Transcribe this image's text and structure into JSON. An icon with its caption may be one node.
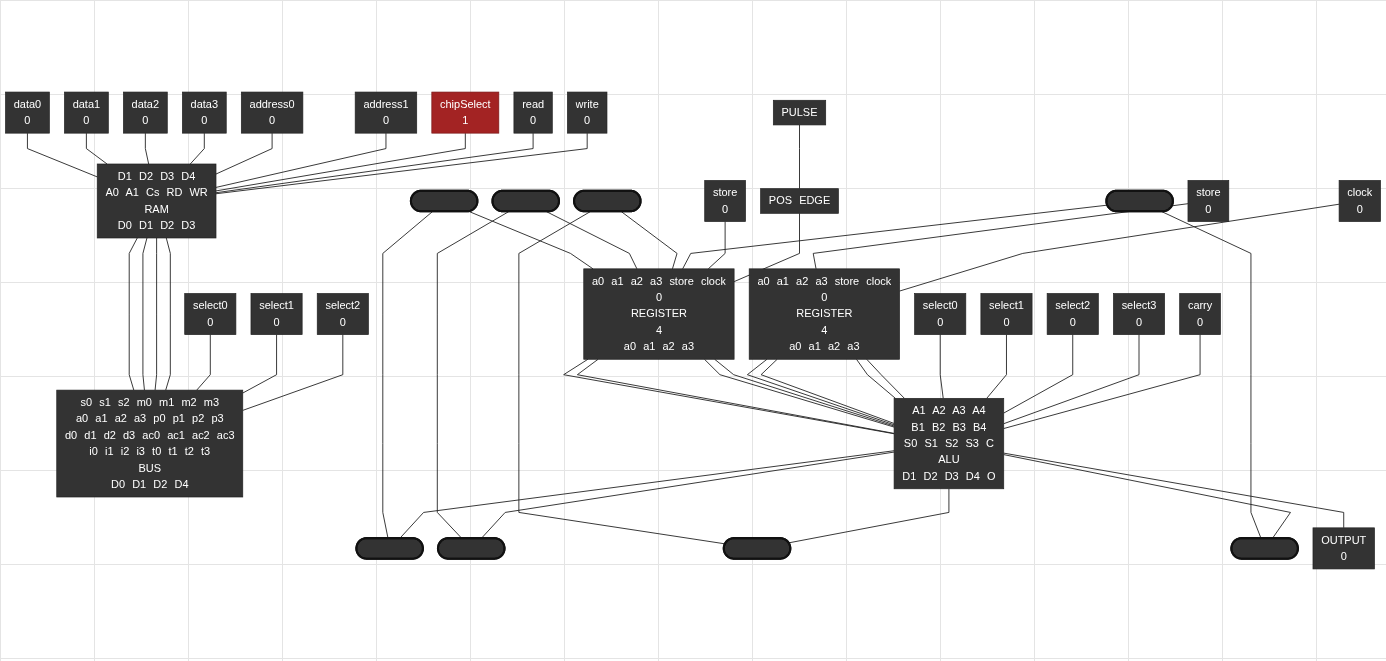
{
  "diagram": {
    "nodes": [
      {
        "text": [
          "data0",
          "0"
        ]
      },
      {
        "text": [
          "data1",
          "0"
        ]
      },
      {
        "text": [
          "data2",
          "0"
        ]
      },
      {
        "text": [
          "data3",
          "0"
        ]
      },
      {
        "text": [
          "address0",
          "0"
        ]
      },
      {
        "text": [
          "address1",
          "0"
        ]
      },
      {
        "text": [
          "chipSelect",
          "1"
        ]
      },
      {
        "text": [
          "read",
          "0"
        ]
      },
      {
        "text": [
          "write",
          "0"
        ]
      },
      {
        "text": [
          "D1",
          "D2",
          "D3",
          "D4",
          "A0",
          "A1",
          "Cs",
          "RD",
          "WR",
          "RAM",
          "D0",
          "D1",
          "D2",
          "D3"
        ]
      },
      {
        "text": [
          "select2",
          "0"
        ]
      },
      {
        "text": [
          "select1",
          "0"
        ]
      },
      {
        "text": [
          "select0",
          "0"
        ]
      },
      {
        "text": [
          "s0",
          "s1",
          "s2",
          "m0",
          "m1",
          "m2",
          "m3",
          "a0",
          "a1",
          "a2",
          "a3",
          "p0",
          "p1",
          "p2",
          "p3",
          "d0",
          "d1",
          "d2",
          "d3",
          "ac0",
          "ac1",
          "ac2",
          "ac3",
          "i0",
          "i1",
          "i2",
          "i3",
          "t0",
          "t1",
          "t2",
          "t3",
          "BUS",
          "D0",
          "D1",
          "D2",
          "D4"
        ]
      },
      {
        "text": [],
        "shape": "bar"
      },
      {
        "text": [],
        "shape": "bar"
      },
      {
        "text": [],
        "shape": "bar"
      },
      {
        "text": [],
        "shape": "bar"
      },
      {
        "text": [],
        "shape": "bar"
      },
      {
        "text": [],
        "shape": "bar"
      },
      {
        "text": [],
        "shape": "bar"
      },
      {
        "text": [],
        "shape": "bar"
      },
      {
        "text": [
          "store",
          "0"
        ]
      },
      {
        "text": [
          "PULSE"
        ]
      },
      {
        "text": [
          "POS EDGE"
        ]
      },
      {
        "text": [
          "a0",
          "a1",
          "a2",
          "a3",
          "store",
          "clock",
          "0",
          "REGISTER",
          "4",
          "a0",
          "a1",
          "a2",
          "a3"
        ]
      },
      {
        "text": [
          "A1",
          "A2",
          "A3",
          "A4",
          "B1",
          "B2",
          "B3",
          "B4",
          "S0",
          "S1",
          "S2",
          "S3",
          "C",
          "ALU",
          "D1",
          "D2",
          "D3",
          "D4",
          "O"
        ]
      },
      {
        "text": [
          "a0",
          "a1",
          "a2",
          "a3",
          "store",
          "clock",
          "0",
          "REGISTER",
          "4",
          "a0",
          "a1",
          "a2",
          "a3"
        ]
      },
      {
        "text": [
          "OUTPUT",
          "0"
        ]
      },
      {
        "text": [
          "store",
          "0"
        ]
      },
      {
        "text": [
          "select0",
          "0"
        ]
      },
      {
        "text": [
          "clock",
          "0"
        ]
      },
      {
        "text": [
          "select1",
          "0"
        ]
      },
      {
        "text": [
          "select2",
          "0"
        ]
      },
      {
        "text": [
          "select3",
          "0"
        ]
      },
      {
        "text": [
          "carry",
          "0"
        ]
      }
    ],
    "edges": [
      {
        "from": 0,
        "to": 9,
        "arrow": "none"
      },
      {
        "from": 1,
        "to": 9,
        "arrow": "none"
      },
      {
        "from": 2,
        "to": 9,
        "arrow": "none"
      },
      {
        "from": 3,
        "to": 9,
        "arrow": "none"
      },
      {
        "from": 4,
        "to": 9,
        "arrow": "none"
      },
      {
        "from": 5,
        "to": 9,
        "arrow": "none"
      },
      {
        "from": 6,
        "to": 9,
        "arrow": "none"
      },
      {
        "from": 7,
        "to": 9,
        "arrow": "none"
      },
      {
        "from": 8,
        "to": 9,
        "arrow": "none"
      },
      {
        "from": 9,
        "to": 13,
        "arrow": "none"
      },
      {
        "from": 9,
        "to": 13,
        "arrow": "none"
      },
      {
        "from": 9,
        "to": 13,
        "arrow": "none"
      },
      {
        "from": 9,
        "to": 13,
        "arrow": "none"
      },
      {
        "from": 12,
        "to": 13,
        "arrow": "none"
      },
      {
        "from": 11,
        "to": 13,
        "arrow": "none"
      },
      {
        "from": 10,
        "to": 13,
        "arrow": "none"
      },
      {
        "from": 14,
        "to": 25,
        "arrow": "none"
      },
      {
        "from": 15,
        "to": 25,
        "arrow": "none"
      },
      {
        "from": 16,
        "to": 25,
        "arrow": "none"
      },
      {
        "from": 17,
        "to": 25,
        "arrow": "none"
      },
      {
        "from": 22,
        "to": 25,
        "arrow": "none"
      },
      {
        "from": 23,
        "to": 24,
        "arrow": "none"
      },
      {
        "from": 24,
        "to": 25,
        "arrow": "none"
      },
      {
        "from": 14,
        "to": 18,
        "arrow": "none"
      },
      {
        "from": 15,
        "to": 19,
        "arrow": "none"
      },
      {
        "from": 16,
        "to": 20,
        "arrow": "none"
      },
      {
        "from": 17,
        "to": 21,
        "arrow": "none"
      },
      {
        "from": 26,
        "to": 18,
        "arrow": "none"
      },
      {
        "from": 26,
        "to": 19,
        "arrow": "none"
      },
      {
        "from": 26,
        "to": 20,
        "arrow": "none"
      },
      {
        "from": 26,
        "to": 21,
        "arrow": "none"
      },
      {
        "from": 25,
        "to": 26,
        "arrow": "none"
      },
      {
        "from": 25,
        "to": 26,
        "arrow": "none"
      },
      {
        "from": 25,
        "to": 26,
        "arrow": "none"
      },
      {
        "from": 25,
        "to": 26,
        "arrow": "none"
      },
      {
        "from": 27,
        "to": 26,
        "arrow": "none"
      },
      {
        "from": 27,
        "to": 26,
        "arrow": "none"
      },
      {
        "from": 27,
        "to": 26,
        "arrow": "none"
      },
      {
        "from": 27,
        "to": 26,
        "arrow": "none"
      },
      {
        "from": 29,
        "to": 27,
        "arrow": "none"
      },
      {
        "from": 31,
        "to": 27,
        "arrow": "none"
      },
      {
        "from": 30,
        "to": 26,
        "arrow": "none"
      },
      {
        "from": 32,
        "to": 26,
        "arrow": "none"
      },
      {
        "from": 33,
        "to": 26,
        "arrow": "none"
      },
      {
        "from": 34,
        "to": 26,
        "arrow": "none"
      },
      {
        "from": 35,
        "to": 26,
        "arrow": "none"
      },
      {
        "from": 26,
        "to": 28,
        "arrow": "none"
      }
    ]
  }
}
